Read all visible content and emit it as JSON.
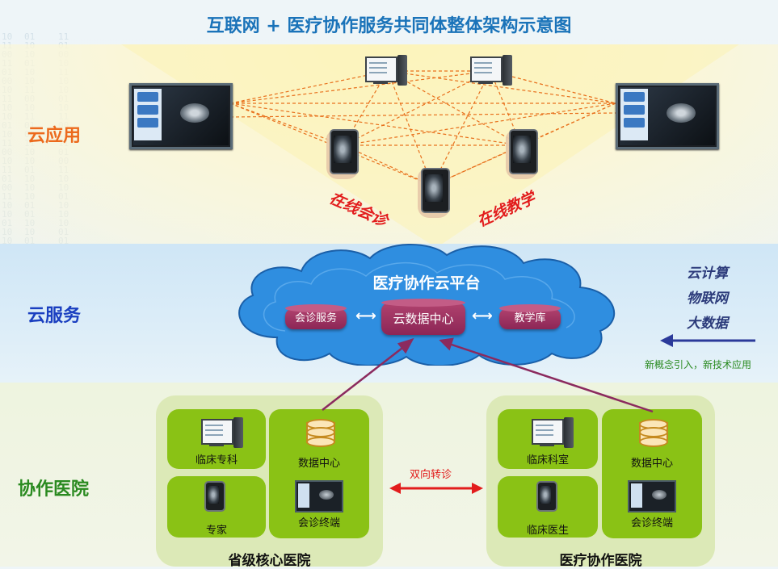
{
  "title": "互联网 + 医疗协作服务共同体整体架构示意图",
  "layers": {
    "app": "云应用",
    "service": "云服务",
    "hospital": "协作医院"
  },
  "handwritten": {
    "left": "在线会诊",
    "right": "在线教学"
  },
  "cloud": {
    "platform": "医疗协作云平台",
    "consult_service": "会诊服务",
    "data_center": "云数据中心",
    "teaching_lib": "教学库"
  },
  "tech": {
    "items": [
      "云计算",
      "物联网",
      "大数据"
    ],
    "note": "新概念引入，新技术应用"
  },
  "hospitals": {
    "left": {
      "name": "省级核心医院",
      "tiles": [
        "临床专科",
        "数据中心",
        "专家",
        "会诊终端"
      ]
    },
    "right": {
      "name": "医疗协作医院",
      "tiles": [
        "临床科室",
        "数据中心",
        "临床医生",
        "会诊终端"
      ]
    },
    "transfer": "双向转诊"
  },
  "icons": {
    "workstation": "workstation-monitor-icon",
    "desktop": "desktop-pc-icon",
    "smartphone": "smartphone-icon",
    "database": "database-icon"
  },
  "colors": {
    "title": "#1a73b9",
    "app_label": "#ec6a1d",
    "service_label": "#1a3fc0",
    "hospital_label": "#2a8a20",
    "handwritten": "#e21c1c",
    "cloud": "#2f8ee0",
    "cylinder": "#9a2f60",
    "tile": "#8ac215",
    "link_line": "#8b2a5e",
    "dashed_mesh": "#e8701c"
  }
}
